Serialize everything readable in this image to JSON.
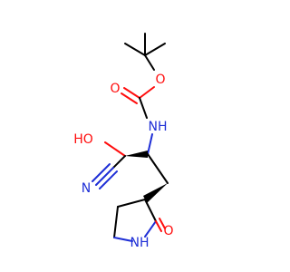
{
  "atoms": {
    "carbonyl_o": "O",
    "ester_o": "O",
    "amide_nh": "NH",
    "hydroxyl": "HO",
    "nitrile_n": "N",
    "lactam_o": "O",
    "lactam_nh": "NH"
  },
  "colors": {
    "oxygen": "#ff0d0d",
    "nitrogen": "#1f2fd6",
    "carbon": "#000000",
    "background": "#ffffff"
  }
}
